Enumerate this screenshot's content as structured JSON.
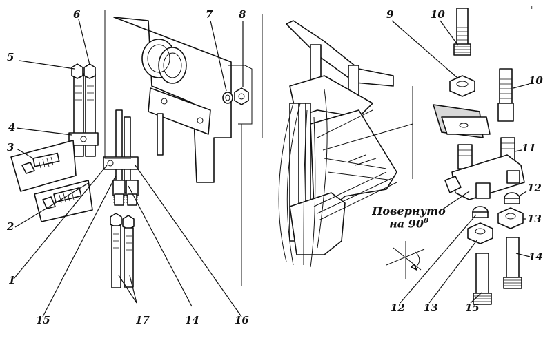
{
  "callouts": {
    "c1": "1",
    "c2": "2",
    "c3": "3",
    "c4": "4",
    "c5": "5",
    "c6": "6",
    "c7": "7",
    "c8": "8",
    "c9": "9",
    "c10a": "10",
    "c10b": "10",
    "c11": "11",
    "c12a": "12",
    "c12b": "12",
    "c13a": "13",
    "c13b": "13",
    "c14a": "14",
    "c14b": "14",
    "c15a": "15",
    "c15b": "15",
    "c16": "16",
    "c17": "17"
  },
  "note": {
    "line1": "Повернуто",
    "line2": "на 90",
    "degree_mark": "0"
  },
  "page_mark": "ı"
}
